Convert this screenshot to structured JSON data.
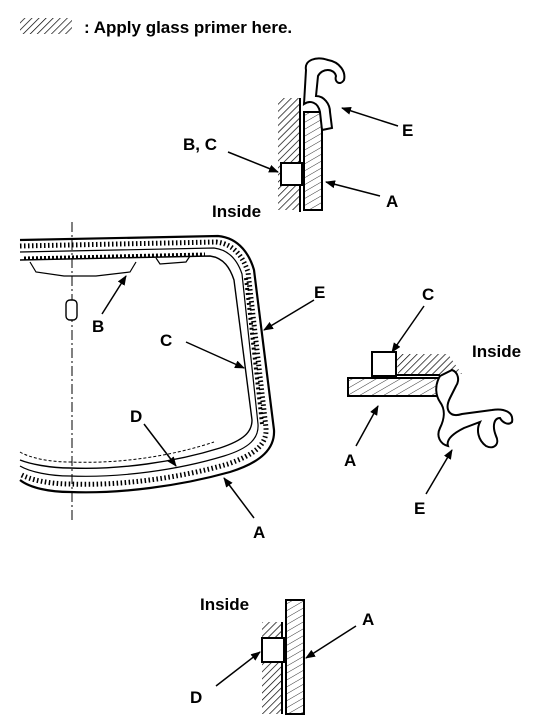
{
  "legend": {
    "text": ": Apply glass primer here.",
    "swatch_icon": "hatch-swatch-icon"
  },
  "labels": {
    "top": {
      "b_c": "B, C",
      "e": "E",
      "a": "A",
      "inside": "Inside"
    },
    "windshield": {
      "b": "B",
      "c": "C",
      "d": "D",
      "e": "E",
      "a": "A"
    },
    "right": {
      "c": "C",
      "inside": "Inside",
      "a": "A",
      "e": "E"
    },
    "bottom": {
      "inside": "Inside",
      "a": "A",
      "d": "D"
    }
  },
  "colors": {
    "ink": "#000000",
    "paper": "#ffffff"
  }
}
